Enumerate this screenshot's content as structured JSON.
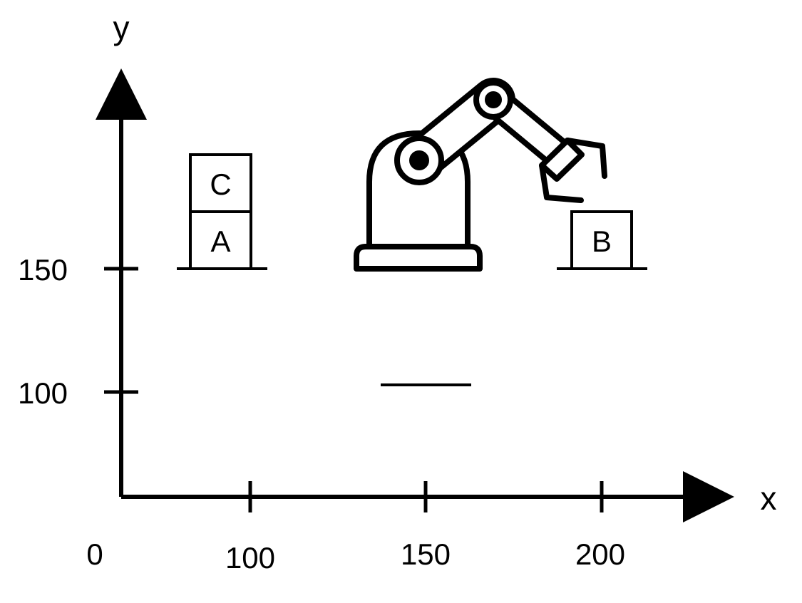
{
  "axes": {
    "x_label": "y",
    "y_label": "x",
    "origin_label": "0",
    "x_ticks": [
      "100",
      "150",
      "200"
    ],
    "y_ticks": [
      "150",
      "100"
    ]
  },
  "blocks": {
    "c": "C",
    "a": "A",
    "b": "B"
  },
  "icons": {
    "robot": "robotic-arm-icon"
  },
  "colors": {
    "stroke": "#000000",
    "fill": "#ffffff"
  }
}
